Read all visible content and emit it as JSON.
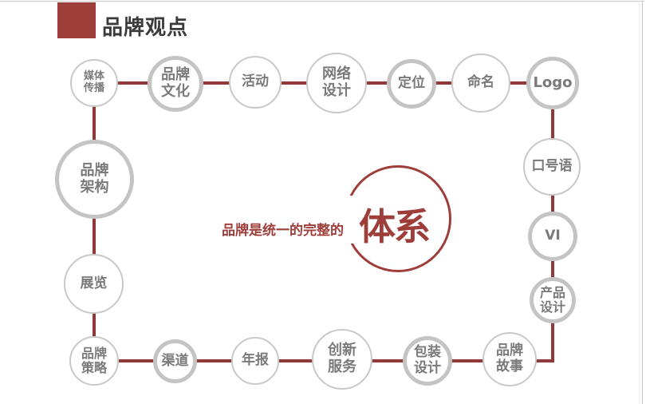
{
  "header": {
    "title": "品牌观点",
    "accent_color": "#9e3e3a"
  },
  "center": {
    "subtitle": "品牌是统一的完整的",
    "main": "体系",
    "color": "#9e3e3a"
  },
  "colors": {
    "connector": "#8f3a38",
    "node_border": "#c4c4c4",
    "node_text": "#7a7a7a"
  },
  "nodes": {
    "top": [
      {
        "label": "媒体\n传播",
        "style": "thin"
      },
      {
        "label": "品牌\n文化",
        "style": "thick"
      },
      {
        "label": "活动",
        "style": "thin"
      },
      {
        "label": "网络\n设计",
        "style": "thin"
      },
      {
        "label": "定位",
        "style": "thick"
      },
      {
        "label": "命名",
        "style": "thin"
      },
      {
        "label": "Logo",
        "style": "thick"
      }
    ],
    "right": [
      {
        "label": "口号语",
        "style": "thin"
      },
      {
        "label": "VI",
        "style": "thick"
      },
      {
        "label": "产品\n设计",
        "style": "thick"
      }
    ],
    "bottom": [
      {
        "label": "品牌\n故事",
        "style": "thin"
      },
      {
        "label": "包装\n设计",
        "style": "thick"
      },
      {
        "label": "创新\n服务",
        "style": "thin"
      },
      {
        "label": "年报",
        "style": "thin"
      },
      {
        "label": "渠道",
        "style": "thick"
      },
      {
        "label": "品牌\n策略",
        "style": "thin"
      }
    ],
    "left": [
      {
        "label": "展览",
        "style": "thin"
      },
      {
        "label": "品牌\n架构",
        "style": "thick"
      }
    ]
  }
}
